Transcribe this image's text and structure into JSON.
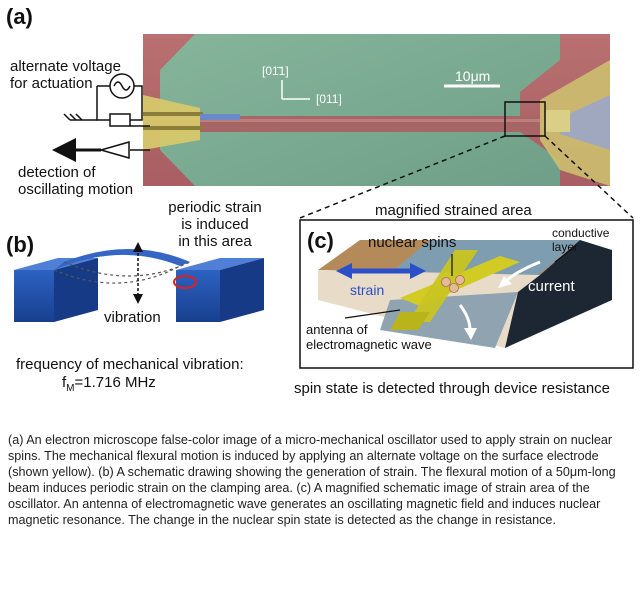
{
  "panel_a": {
    "label": "(a)",
    "actuation_label": "alternate voltage\nfor actuation",
    "detection_label": "detection of\noscillating motion",
    "crystal_axis_1": "[01̄1]",
    "crystal_axis_2": "[011]",
    "scale_bar": "10μm",
    "magnified_area_title": "magnified strained area"
  },
  "panel_b": {
    "label": "(b)",
    "strain_note": "periodic strain\nis induced\nin this area",
    "vibration_label": "vibration",
    "frequency_title": "frequency of mechanical vibration:",
    "frequency_symbol": "f",
    "frequency_subscript": "M",
    "frequency_value": "=1.716 MHz"
  },
  "panel_c": {
    "label": "(c)",
    "nuclear_spins": "nuclear spins",
    "conductive_layer": "conductive\nlayer",
    "strain": "strain",
    "current": "current",
    "antenna": "antenna of\nelectromagnetic wave",
    "bottom_note": "spin state is detected through device resistance"
  },
  "caption": "(a) An electron microscope false-color image of a micro-mechanical oscillator used to apply strain on nuclear spins. The mechanical flexural motion is induced by applying an alternate voltage on the surface electrode (shown yellow). (b) A schematic drawing showing the generation of strain. The flexural motion of a 50μm-long beam induces periodic strain on the clamping area. (c) A magnified schematic image of strain area of the oscillator. An antenna of electromagnetic wave generates an oscillating magnetic field and induces nuclear magnetic resonance. The change in the nuclear spin state is detected as the change in resistance.",
  "colors": {
    "substrate_red": "#b56a6a",
    "cavity_green": "#7fae95",
    "electrode_yellow": "#d6c86a",
    "block_blue": "#1f4fa8",
    "layer_dark": "#2a3a4a",
    "antenna_yellow": "#c9c421"
  }
}
